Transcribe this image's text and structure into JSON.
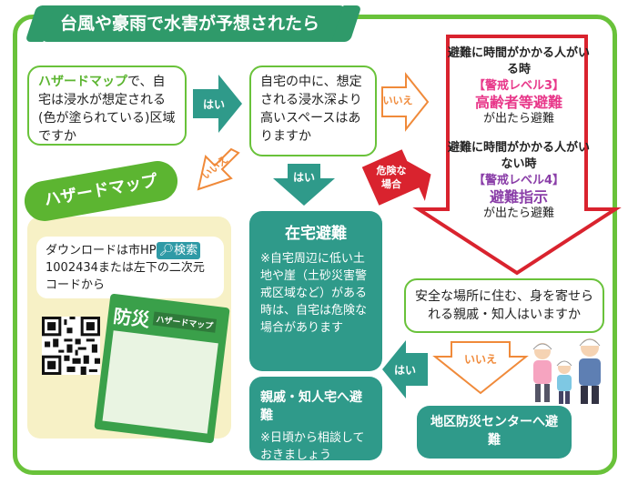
{
  "title": "台風や豪雨で水害が予想されたら",
  "q1": {
    "highlight": "ハザードマップ",
    "rest": "で、自宅は浸水が想定される(色が塗られている)区域ですか"
  },
  "q2": {
    "text": "自宅の中に、想定される浸水深より高いスペースはありますか"
  },
  "q3": {
    "text": "安全な場所に住む、身を寄せられる親戚・知人はいますか"
  },
  "labels": {
    "yes1": "はい",
    "no1": "いいえ",
    "yes2": "はい",
    "no2": "いいえ",
    "danger": "危険な場合",
    "yes3": "はい",
    "no3": "いいえ"
  },
  "evac": {
    "slow_line": "避難に時間がかかる人がいる時",
    "level3": "【警戒レベル3】",
    "level3_name": "高齢者等避難",
    "level3_tail": "が出たら避難",
    "fast_line": "避難に時間がかかる人がいない時",
    "level4": "【警戒レベル4】",
    "level4_name": "避難指示",
    "level4_tail": "が出たら避難"
  },
  "stay": {
    "heading": "在宅避難",
    "note": "※自宅周辺に低い土地や崖（土砂災害警戒区域など）がある時は、自宅は危険な場合があります"
  },
  "relative": {
    "heading": "親戚・知人宅へ避難",
    "note": "※日頃から相談しておきましょう"
  },
  "center": {
    "text": "地区防災センターへ避難"
  },
  "hazard": {
    "tag": "ハザードマップ",
    "note_pre": "ダウンロードは市HP",
    "search_label": "検索",
    "note_post": "1002434または左下の二次元コードから"
  },
  "brochure": {
    "title": "防災",
    "subtitle": "ハザードマップ"
  },
  "colors": {
    "green": "#69c23a",
    "teal": "#2f9a8a",
    "red": "#d9232e",
    "orange": "#f08a3a"
  }
}
